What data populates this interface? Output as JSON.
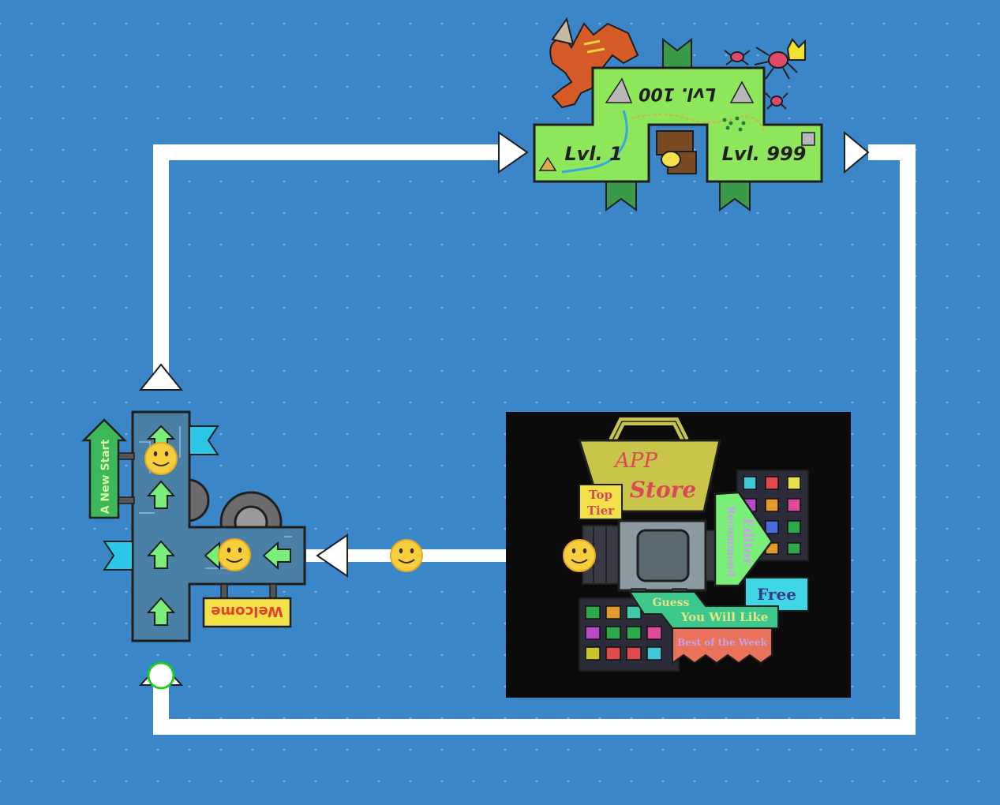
{
  "game": {
    "map": {
      "lvl_1": "Lvl. 1",
      "lvl_100": "Lvl. 100",
      "lvl_999": "Lvl. 999"
    },
    "hub": {
      "new_start_sign": "A New Start",
      "welcome_sign": "Welcome"
    },
    "app_store": {
      "title_line1": "APP",
      "title_line2": "Store",
      "top_tier_line1": "Top",
      "top_tier_line2": "Tier",
      "editor_line1": "Editor",
      "editor_line2": "Recommend",
      "free": "Free",
      "guess_line1": "Guess",
      "guess_line2": "You Will Like",
      "best_of_week": "Best of the Week"
    },
    "tokens": [
      "smiley-token",
      "smiley-token",
      "smiley-token",
      "smiley-token"
    ],
    "colors": {
      "background": "#3b86c9",
      "path": "#ffffff",
      "map_green": "#8ee65a",
      "hub_panel": "#4a7fa6",
      "arrow_green": "#79ee79",
      "store_bg": "#0b0b0b",
      "store_bag": "#c9c44a",
      "start_marker": "#22cc22"
    }
  }
}
